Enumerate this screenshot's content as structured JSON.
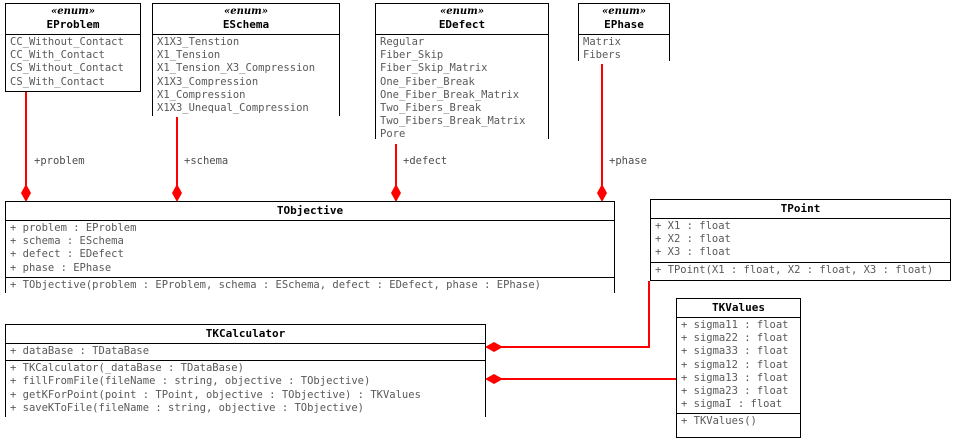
{
  "diagram": {
    "title": "UML class diagram",
    "link_color": "#ff0000",
    "border_color": "#000000",
    "text_color": "#595959",
    "background": "#ffffff"
  },
  "classes": {
    "eproblem": {
      "stereotype": "«enum»",
      "name": "EProblem",
      "attributes": [
        "CC_Without_Contact",
        "CC_With_Contact",
        "CS_Without_Contact",
        "CS_With_Contact"
      ]
    },
    "eschema": {
      "stereotype": "«enum»",
      "name": "ESchema",
      "attributes": [
        "X1X3_Tenstion",
        "X1_Tension",
        "X1_Tension_X3_Compression",
        "X1X3_Compression",
        "X1_Compression",
        "X1X3_Unequal_Compression"
      ]
    },
    "edefect": {
      "stereotype": "«enum»",
      "name": "EDefect",
      "attributes": [
        "Regular",
        "Fiber_Skip",
        "Fiber_Skip_Matrix",
        "One_Fiber_Break",
        "One_Fiber_Break_Matrix",
        "Two_Fibers_Break",
        "Two_Fibers_Break_Matrix",
        "Pore"
      ]
    },
    "ephase": {
      "stereotype": "«enum»",
      "name": "EPhase",
      "attributes": [
        "Matrix",
        "Fibers"
      ]
    },
    "tobjective": {
      "stereotype": "",
      "name": "TObjective",
      "attributes": [
        "+ problem : EProblem",
        "+ schema : ESchema",
        "+ defect : EDefect",
        "+ phase : EPhase"
      ],
      "operations": [
        "+ TObjective(problem : EProblem, schema : ESchema, defect : EDefect, phase : EPhase)"
      ]
    },
    "tkcalculator": {
      "stereotype": "",
      "name": "TKCalculator",
      "attributes": [
        "+ dataBase : TDataBase"
      ],
      "operations": [
        "+ TKCalculator(_dataBase : TDataBase)",
        "+ fillFromFile(fileName : string, objective : TObjective)",
        "+ getKForPoint(point : TPoint, objective : TObjective) : TKValues",
        "+ saveKToFile(fileName : string, objective : TObjective)"
      ]
    },
    "tpoint": {
      "stereotype": "",
      "name": "TPoint",
      "attributes": [
        "+ X1 : float",
        "+ X2 : float",
        "+ X3 : float"
      ],
      "operations": [
        "+ TPoint(X1 : float, X2 : float, X3 : float)"
      ]
    },
    "tkvalues": {
      "stereotype": "",
      "name": "TKValues",
      "attributes": [
        "+ sigma11 : float",
        "+ sigma22 : float",
        "+ sigma33 : float",
        "+ sigma12 : float",
        "+ sigma13 : float",
        "+ sigma23 : float",
        "+ sigmaI : float"
      ],
      "operations": [
        "+ TKValues()"
      ]
    }
  },
  "edges": [
    {
      "label": "+problem",
      "from": "eproblem",
      "to": "tobjective"
    },
    {
      "label": "+schema",
      "from": "eschema",
      "to": "tobjective"
    },
    {
      "label": "+defect",
      "from": "edefect",
      "to": "tobjective"
    },
    {
      "label": "+phase",
      "from": "ephase",
      "to": "tobjective"
    },
    {
      "label": "",
      "from": "tpoint",
      "to": "tkcalculator"
    },
    {
      "label": "",
      "from": "tkvalues",
      "to": "tkcalculator"
    }
  ]
}
